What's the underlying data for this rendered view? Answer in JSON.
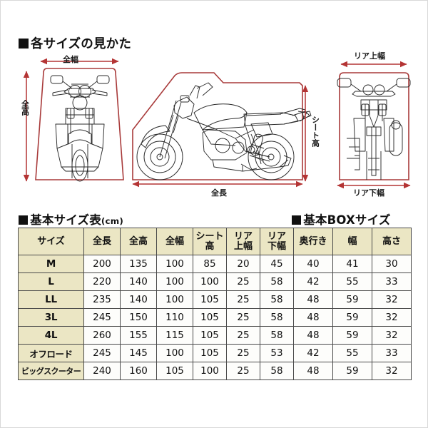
{
  "sections": {
    "howto_heading": "各サイズの見かた",
    "sizetable_heading": "基本サイズ表",
    "sizetable_unit": "(cm)",
    "boxsize_heading": "基本BOXサイズ"
  },
  "diagram": {
    "labels": {
      "zenpuku": "全幅",
      "zenkou": "全高",
      "zenchou": "全長",
      "seat_height": "シート高",
      "rear_upper": "リア上幅",
      "rear_lower": "リア下幅"
    },
    "views": {
      "front": "front-view-motorcycle",
      "side": "side-view-motorcycle",
      "rear": "rear-view-motorcycle"
    },
    "cover_color": "#a83a3a",
    "arrow_color": "#b43434",
    "line_color": "#2b2b2b"
  },
  "table": {
    "headers": [
      {
        "label": "サイズ",
        "lines": [
          "サイズ"
        ]
      },
      {
        "label": "全長",
        "lines": [
          "全長"
        ]
      },
      {
        "label": "全高",
        "lines": [
          "全高"
        ]
      },
      {
        "label": "全幅",
        "lines": [
          "全幅"
        ]
      },
      {
        "label": "シート高",
        "lines": [
          "シート",
          "高"
        ]
      },
      {
        "label": "リア上幅",
        "lines": [
          "リア",
          "上幅"
        ]
      },
      {
        "label": "リア下幅",
        "lines": [
          "リア",
          "下幅"
        ]
      },
      {
        "label": "奥行き",
        "lines": [
          "奥行き"
        ]
      },
      {
        "label": "幅",
        "lines": [
          "幅"
        ]
      },
      {
        "label": "高さ",
        "lines": [
          "高さ"
        ]
      }
    ],
    "rows": [
      {
        "name": "M",
        "name_size": "normal",
        "values": [
          "200",
          "135",
          "100",
          "85",
          "20",
          "45",
          "40",
          "41",
          "30"
        ]
      },
      {
        "name": "L",
        "name_size": "normal",
        "values": [
          "220",
          "140",
          "100",
          "100",
          "25",
          "58",
          "42",
          "55",
          "33"
        ]
      },
      {
        "name": "LL",
        "name_size": "normal",
        "values": [
          "235",
          "140",
          "100",
          "105",
          "25",
          "58",
          "48",
          "59",
          "32"
        ]
      },
      {
        "name": "3L",
        "name_size": "normal",
        "values": [
          "245",
          "150",
          "110",
          "105",
          "25",
          "58",
          "48",
          "59",
          "32"
        ]
      },
      {
        "name": "4L",
        "name_size": "normal",
        "values": [
          "260",
          "155",
          "115",
          "105",
          "25",
          "58",
          "48",
          "59",
          "32"
        ]
      },
      {
        "name": "オフロード",
        "name_size": "mid",
        "values": [
          "245",
          "145",
          "100",
          "105",
          "25",
          "53",
          "42",
          "55",
          "33"
        ]
      },
      {
        "name": "ビッグスクーター",
        "name_size": "small",
        "values": [
          "240",
          "160",
          "105",
          "100",
          "25",
          "58",
          "48",
          "59",
          "32"
        ]
      }
    ]
  },
  "colors": {
    "header_fill": "#ebe6c4",
    "cell_fill": "#fdfdfb",
    "border": "#4a4a4a",
    "text": "#111111",
    "accent_red": "#b43434"
  }
}
